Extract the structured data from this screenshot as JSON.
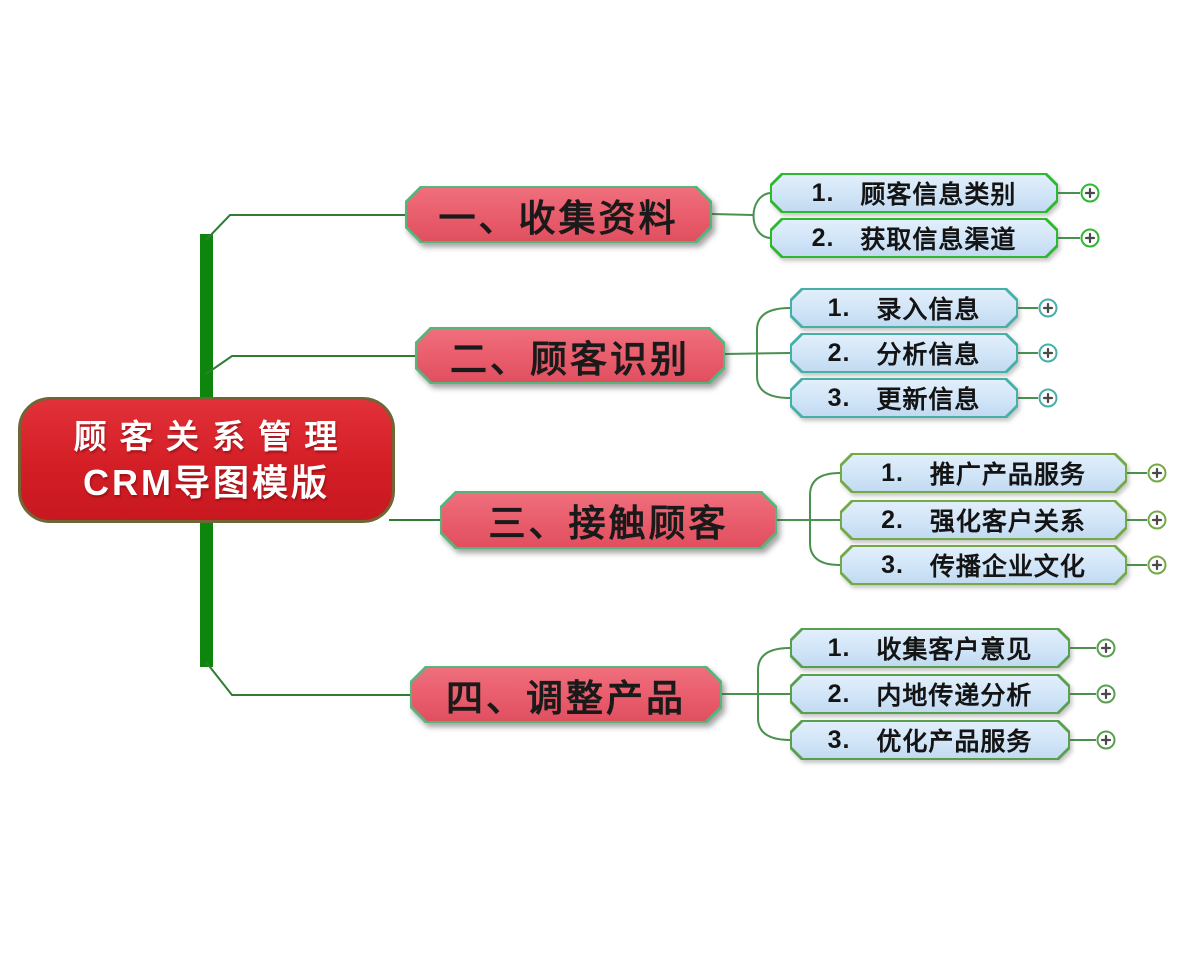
{
  "root": {
    "line1": "顾 客 关 系 管 理",
    "line2": "CRM导图模版"
  },
  "branches": [
    {
      "label": "一、收集资料",
      "children": [
        {
          "num": "1.",
          "text": "顾客信息类别"
        },
        {
          "num": "2.",
          "text": "获取信息渠道"
        }
      ]
    },
    {
      "label": "二、顾客识别",
      "children": [
        {
          "num": "1.",
          "text": "录入信息"
        },
        {
          "num": "2.",
          "text": "分析信息"
        },
        {
          "num": "3.",
          "text": "更新信息"
        }
      ]
    },
    {
      "label": "三、接触顾客",
      "children": [
        {
          "num": "1.",
          "text": "推广产品服务"
        },
        {
          "num": "2.",
          "text": "强化客户关系"
        },
        {
          "num": "3.",
          "text": "传播企业文化"
        }
      ]
    },
    {
      "label": "四、调整产品",
      "children": [
        {
          "num": "1.",
          "text": "收集客户意见"
        },
        {
          "num": "2.",
          "text": "内地传递分析"
        },
        {
          "num": "3.",
          "text": "优化产品服务"
        }
      ]
    }
  ],
  "icons": {
    "expand_icon": "plus-in-circle"
  },
  "colors": {
    "root_fill": "#d41e26",
    "root_border": "#6f6535",
    "root_text": "#ffffff",
    "branch_fill": "#ea5f6e",
    "branch_border": "#57b57c",
    "branch_text": "#1a1a1a",
    "child_fill": "#cfe4f7",
    "child_text": "#141414",
    "trunk": "#0e860e",
    "wire": "#4a9150",
    "branch_wire": "#2e7d32",
    "group_borders": [
      "#2db82d",
      "#45b0a5",
      "#74aa46",
      "#58a050"
    ]
  }
}
